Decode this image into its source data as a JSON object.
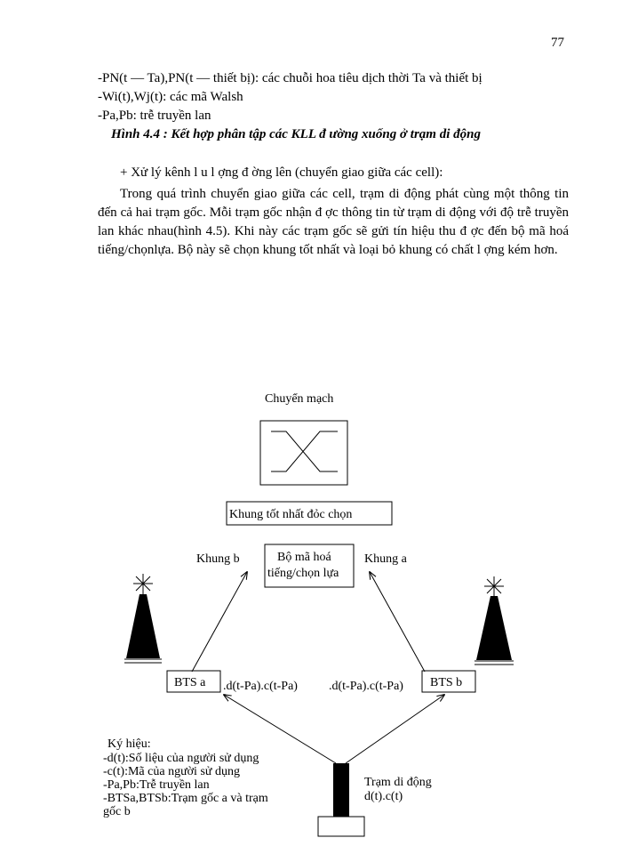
{
  "page_number": "77",
  "legend_lines": [
    "-PN(t — Ta),PN(t — thiết bị): các chuỗi hoa tiêu dịch thời Ta và thiết bị",
    "-Wi(t),Wj(t): các mã Walsh",
    "-Pa,Pb: trễ truyền lan"
  ],
  "figure_caption": "Hình 4.4 : Kết hợp phân tập các KLL đ  ường xuống ở trạm di động",
  "section_bullet": "+ Xử lý kênh l  u l  ợng đ  ờng lên (chuyển giao giữa các cell):",
  "paragraph": "Trong quá trình chuyển giao giữa các cell, trạm di động phát cùng một thông tin đến cả hai trạm gốc. Mỗi trạm gốc nhận đ  ợc thông tin từ trạm di động với độ trễ truyền lan khác nhau(hình 4.5). Khi này các trạm gốc sẽ gửi tín hiệu thu đ  ợc đến bộ mã hoá tiếng/chọnlựa. Bộ này sẽ chọn khung tốt nhất và loại bỏ khung có chất l  ợng kém hơn.",
  "diagram": {
    "switch_title": "Chuyển mạch",
    "best_frame": "Khung tốt nhất đỏc   chọn",
    "vocoder_line1": "Bộ mã hoá",
    "vocoder_line2": "tiếng/chọn lựa",
    "frame_b": "Khung b",
    "frame_a": "Khung a",
    "bts_a": "BTS a",
    "bts_b": "BTS b",
    "signal_a": ".d(t-Pa).c(t-Pa)",
    "signal_b": ".d(t-Pa).c(t-Pa)",
    "mobile_label": "Trạm di động",
    "mobile_signal": "d(t).c(t)",
    "legend_title": "Ký hiệu:",
    "legend_items": [
      "-d(t):Số liệu của người   sử dụng",
      "-c(t):Mã của người   sử dụng",
      "-Pa,Pb:Trễ truyền lan",
      "-BTSa,BTSb:Trạm gốc a và trạm",
      "gốc b"
    ]
  }
}
